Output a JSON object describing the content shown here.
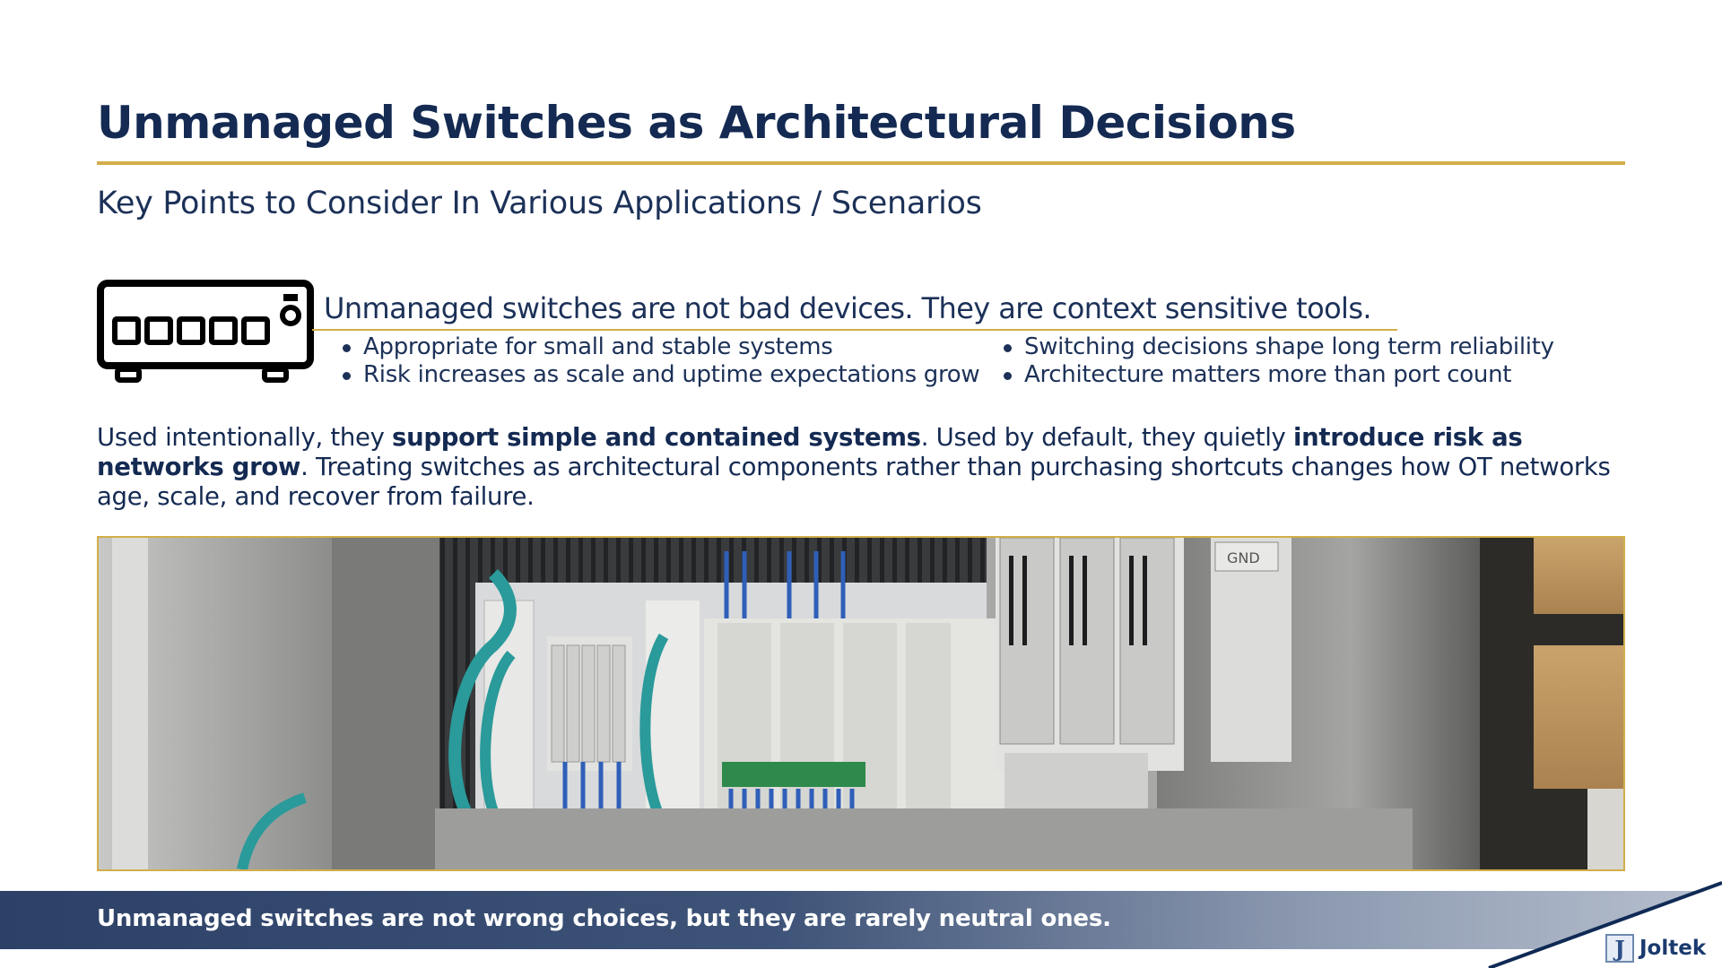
{
  "slide": {
    "title": "Unmanaged Switches as Architectural Decisions",
    "subtitle": "Key Points to Consider In Various Applications / Scenarios"
  },
  "key_point": {
    "icon": "network-switch-icon",
    "headline": "Unmanaged switches are not bad devices. They are context sensitive tools.",
    "bullets_left": [
      "Appropriate for small and stable systems",
      "Risk increases as scale and uptime expectations grow"
    ],
    "bullets_right": [
      "Switching decisions shape long term reliability",
      "Architecture matters more than port count"
    ]
  },
  "paragraph": {
    "p1": "Used intentionally, they ",
    "b1": "support simple and contained systems",
    "p2": ". Used by default, they quietly ",
    "b2": "introduce risk as networks grow",
    "p3": ". Treating switches as architectural components rather than purchasing shortcuts changes how OT networks age, scale, and recover from failure."
  },
  "photo": {
    "subject": "control-panel-photo",
    "label": "GND"
  },
  "footer": {
    "text": "Unmanaged switches are not wrong choices, but they are rarely neutral ones."
  },
  "brand": {
    "mark": "J",
    "name": "Joltek"
  },
  "colors": {
    "title": "#142a52",
    "accent": "#d2ae4a",
    "footer_bar": "#2d4168",
    "cable": "#2a9a9a"
  }
}
